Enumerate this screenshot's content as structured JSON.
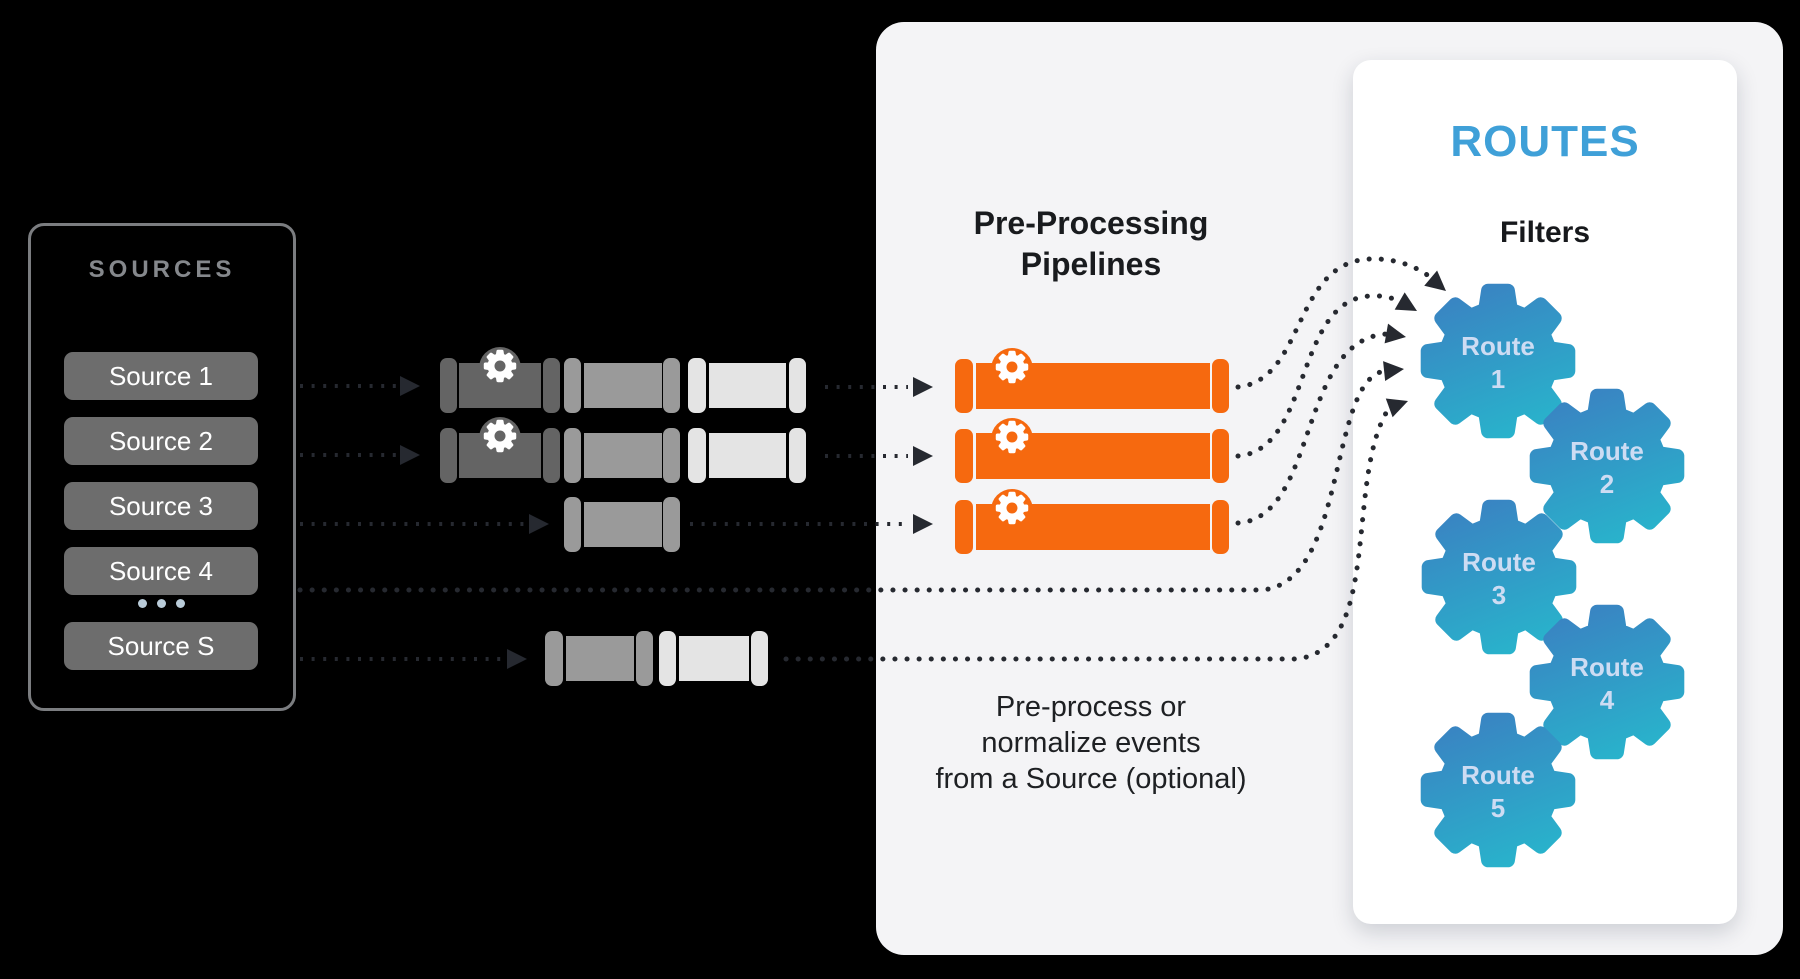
{
  "sources": {
    "title": "SOURCES",
    "items": [
      {
        "label": "Source 1"
      },
      {
        "label": "Source 2"
      },
      {
        "label": "Source 3"
      },
      {
        "label": "Source 4"
      },
      {
        "label": "Source S"
      }
    ],
    "colors": {
      "border": "#7b7d80",
      "button_bg": "#6d6d6d",
      "button_text": "#ffffff",
      "title_text": "#85888c",
      "ellipsis_dots": "#b9cbd8"
    }
  },
  "preprocessing": {
    "title_lines": [
      "Pre-Processing",
      "Pipelines"
    ],
    "caption_lines": [
      "Pre-process or",
      "normalize events",
      "from a Source (optional)"
    ],
    "pipeline_count": 3,
    "colors": {
      "panel_bg": "#f4f4f6",
      "pipeline_orange": "#f6690f"
    }
  },
  "routes": {
    "title": "ROUTES",
    "filters_label": "Filters",
    "gears": [
      {
        "line1": "Route",
        "line2": "1"
      },
      {
        "line1": "Route",
        "line2": "2"
      },
      {
        "line1": "Route",
        "line2": "3"
      },
      {
        "line1": "Route",
        "line2": "4"
      },
      {
        "line1": "Route",
        "line2": "5"
      }
    ],
    "colors": {
      "panel_bg": "#ffffff",
      "title_text": "#3fa0d8",
      "gear_gradient_from": "#3a82c2",
      "gear_gradient_to": "#28b5cc",
      "gear_text": "#cddcf3"
    }
  },
  "pipes": {
    "colors": {
      "gray_dark": "#646464",
      "gray_medium": "#9a9a9a",
      "gray_light": "#e4e4e4"
    }
  },
  "connectors": {
    "dot_color": "#262930"
  }
}
